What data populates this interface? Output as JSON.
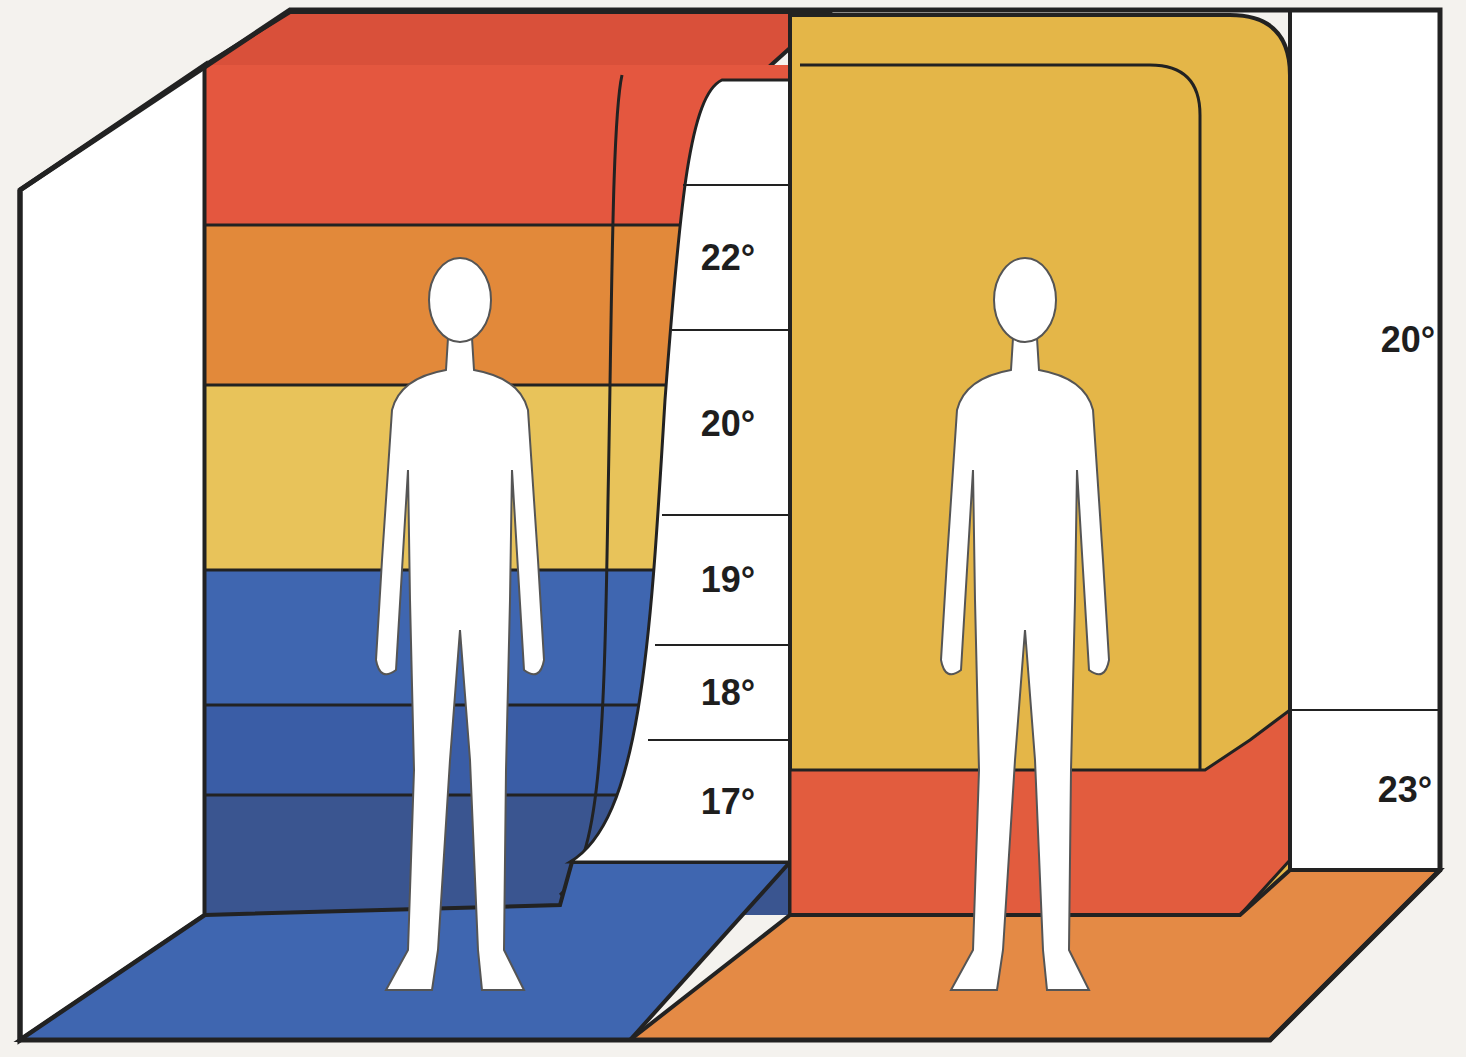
{
  "diagram": {
    "labels": [
      "22°",
      "20°",
      "19°",
      "18°",
      "17°",
      "20°",
      "23°"
    ]
  }
}
